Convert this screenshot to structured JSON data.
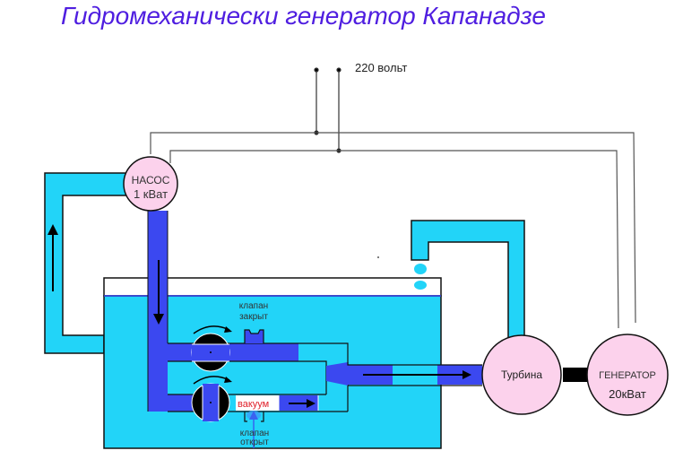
{
  "title": "Гидромеханически генератор Капанадзе",
  "power_source": {
    "label": "220 вольт"
  },
  "pump": {
    "line1": "НАСОС",
    "line2": "1 кВат"
  },
  "turbine": {
    "label": "Турбина"
  },
  "generator": {
    "line1": "ГЕНЕРАТОР",
    "line2": "20кВат"
  },
  "valve_top": {
    "line1": "клапан",
    "line2": "закрыт"
  },
  "valve_bottom": {
    "line1": "клапан",
    "line2": "открыт"
  },
  "vacuum": {
    "label": "вакуум"
  },
  "colors": {
    "title": "#4f1ee0",
    "water": "#22d4f8",
    "flow": "#3b48f0",
    "machine": "#fcd2ec",
    "vacuum_text": "#e0202a"
  }
}
